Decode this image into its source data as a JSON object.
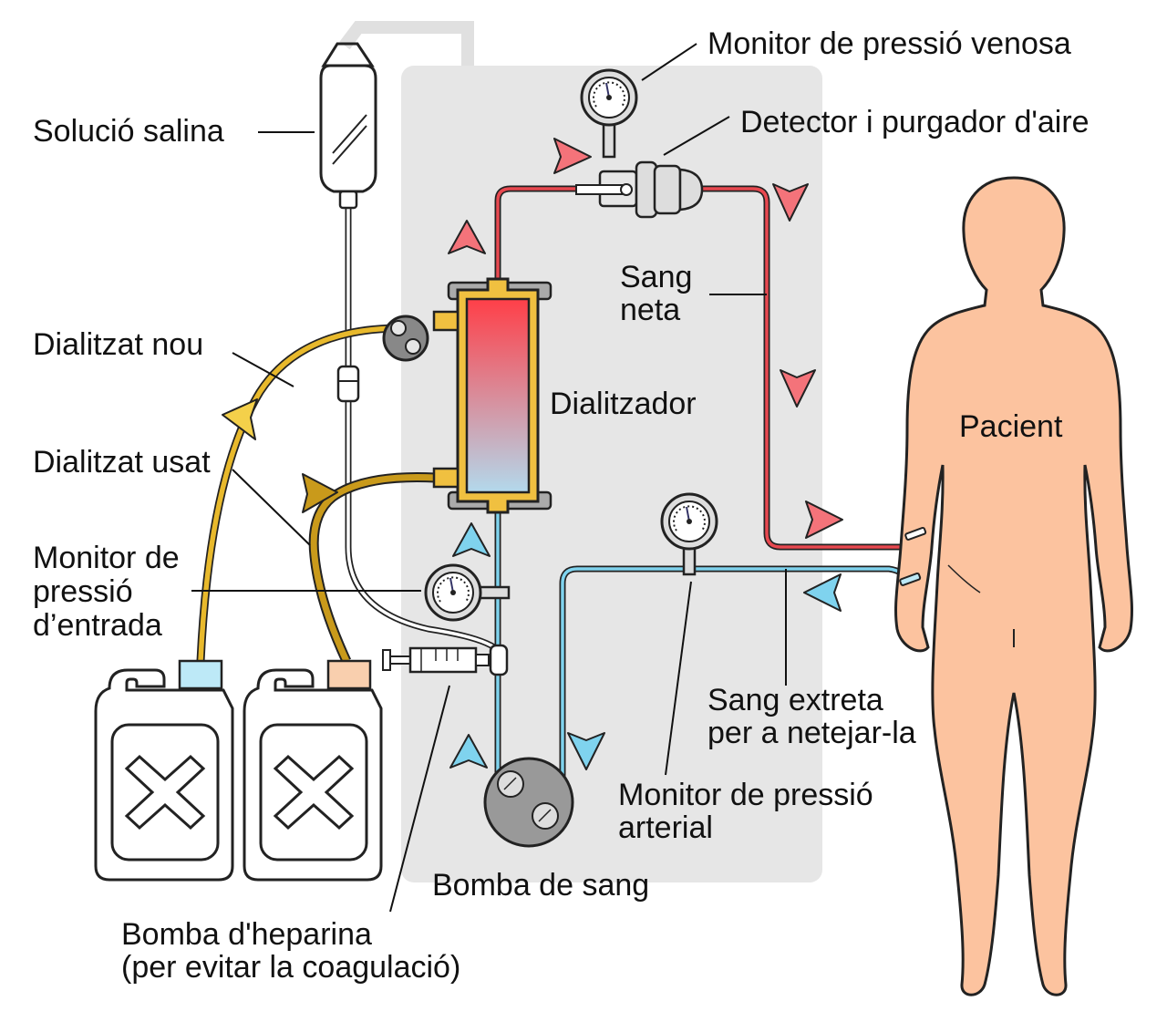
{
  "labels": {
    "saline": "Solució salina",
    "venous_monitor": "Monitor de pressió venosa",
    "air_detector": "Detector i purgador d'aire",
    "clean_blood_1": "Sang",
    "clean_blood_2": "neta",
    "fresh_dialysate": "Dialitzat nou",
    "dialyzer": "Dialitzador",
    "patient": "Pacient",
    "used_dialysate": "Dialitzat usat",
    "inlet_monitor_1": "Monitor de",
    "inlet_monitor_2": "pressió",
    "inlet_monitor_3": "d’entrada",
    "drawn_blood_1": "Sang extreta",
    "drawn_blood_2": "per a netejar-la",
    "arterial_monitor_1": "Monitor de pressió",
    "arterial_monitor_2": "arterial",
    "blood_pump": "Bomba de sang",
    "heparin_1": "Bomba d'heparina",
    "heparin_2": "(per evitar la coagulació)"
  },
  "colors": {
    "machine": "#e6e6e6",
    "clean_blood": "#e8484f",
    "drawn_blood": "#7fd3ee",
    "dialysate": "#e8b92c",
    "used_dialysate": "#c99a1b",
    "skin": "#fcc39f",
    "bottle_cap_left": "#bde9f7",
    "bottle_cap_right": "#f9cfae"
  }
}
